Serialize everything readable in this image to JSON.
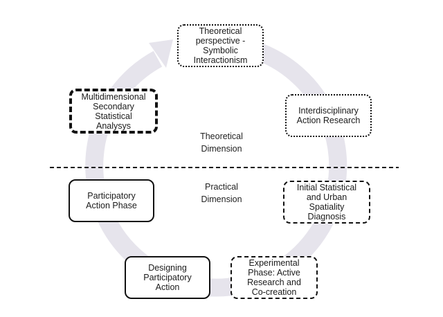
{
  "dimensions": {
    "theoretical": [
      "Theoretical",
      "Dimension"
    ],
    "practical": [
      "Practical",
      "Dimension"
    ]
  },
  "nodes": [
    {
      "id": "theoretical-perspective",
      "lines": [
        "Theoretical",
        "perspective -",
        "Symbolic",
        "Interactionism"
      ],
      "border": "dotted"
    },
    {
      "id": "interdisciplinary-action-research",
      "lines": [
        "Interdisciplinary",
        "Action Research"
      ],
      "border": "dotted"
    },
    {
      "id": "initial-statistical-diagnosis",
      "lines": [
        "Initial Statistical",
        "and Urban",
        "Spatiality",
        "Diagnosis"
      ],
      "border": "dashed"
    },
    {
      "id": "experimental-phase",
      "lines": [
        "Experimental",
        "Phase: Active",
        "Research and",
        "Co-creation"
      ],
      "border": "dashed"
    },
    {
      "id": "designing-participatory-action",
      "lines": [
        "Designing",
        "Participatory",
        "Action"
      ],
      "border": "solid"
    },
    {
      "id": "participatory-action-phase",
      "lines": [
        "Participatory",
        "Action Phase"
      ],
      "border": "solid"
    },
    {
      "id": "multidimensional-analysis",
      "lines": [
        "Multidimensional",
        "Secondary",
        "Statistical",
        "Analysys"
      ],
      "border": "dashed-bold"
    }
  ],
  "colors": {
    "cycle_arrow": "#e6e4ec",
    "divider": "#111111",
    "box_border": "#111111"
  }
}
